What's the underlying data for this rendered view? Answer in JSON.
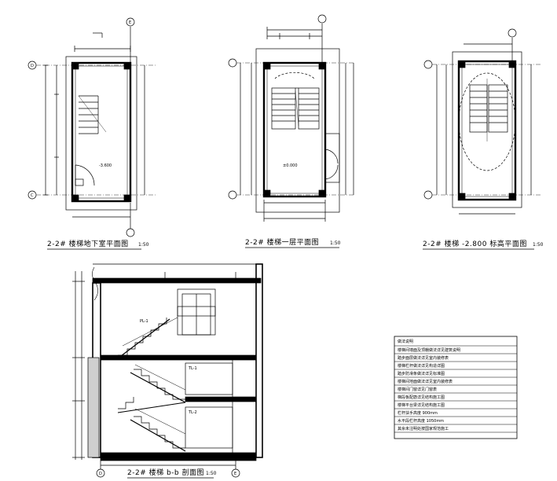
{
  "sheet": {
    "panels": [
      {
        "title": "2-2# 楼梯地下室平面图",
        "scale": "1:50"
      },
      {
        "title": "2-2# 楼梯一层平面图",
        "scale": "1:50"
      },
      {
        "title": "2-2# 楼梯 -2.800 标高平面图",
        "scale": "1:50"
      },
      {
        "title": "2-2# 楼梯 b-b 剖面图",
        "scale": "1:50"
      }
    ],
    "axes": {
      "top": "E",
      "left_top": "D",
      "left_bottom": "C",
      "section_left": "D",
      "section_right": "E"
    }
  },
  "notes": {
    "title": "做法说明",
    "rows": [
      "楼梯间墙面及顶棚做法详见建筑说明",
      "踏步面层做法详见室内装修表",
      "楼梯栏杆做法详见构造详图",
      "踏步防滑条做法详见标准图",
      "楼梯间地面做法详见室内装修表",
      "楼梯间门窗详见门窗表",
      "梯段板配筋详见结构施工图",
      "楼梯平台梁详见结构施工图",
      "栏杆扶手高度 900mm",
      "水平段栏杆高度 1050mm",
      "其余未注明处按国家规范施工"
    ]
  }
}
